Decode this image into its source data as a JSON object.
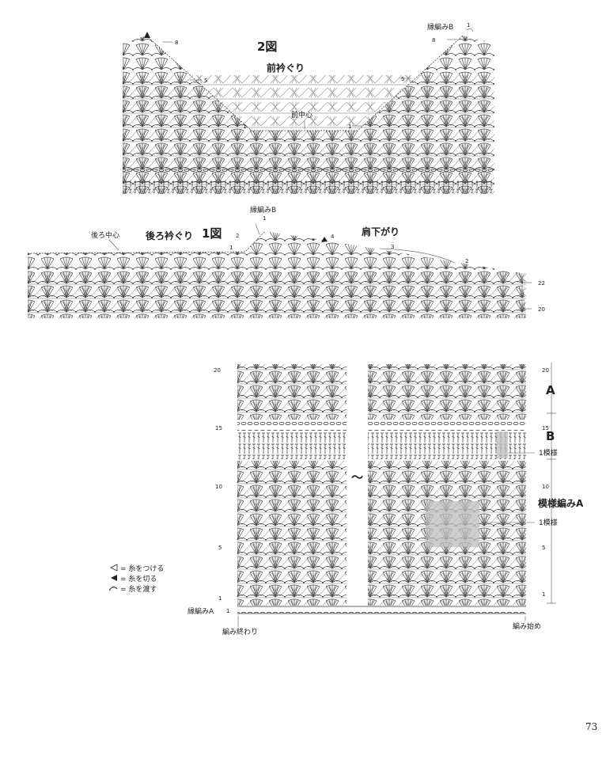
{
  "figure2": {
    "title": "2図",
    "subtitle": "前衿ぐり",
    "center_label": "前中心",
    "edging_label": "縁編みB",
    "edging_row": "1",
    "rows_left": [
      "8",
      "5",
      "1"
    ],
    "rows_right": [
      "8",
      "5",
      "1"
    ]
  },
  "figure1": {
    "title": "1図",
    "neck_label": "後ろ衿ぐり",
    "center_label": "後ろ中心",
    "edging_label": "縁編みB",
    "edging_row": "1",
    "edging_row2": "2",
    "edging_row_left": "1",
    "shoulder_label": "肩下がり",
    "shoulder_rows": [
      "4",
      "3",
      "2"
    ],
    "side_rows": [
      "22",
      "20"
    ]
  },
  "main": {
    "rows_left": [
      "20",
      "15",
      "10",
      "5",
      "1"
    ],
    "rows_right": [
      "20",
      "15",
      "10",
      "5",
      "1"
    ],
    "section_a": "A",
    "section_b": "B",
    "pattern_a": "模様編みA",
    "repeat_label_1": "1模様",
    "repeat_label_2": "1模様",
    "edging_a": "縁編みA",
    "edging_a_row": "1",
    "end_label": "編み終わり",
    "start_label": "編み始め",
    "break_mark": "〜"
  },
  "legend": [
    {
      "icon": "attach-yarn-icon",
      "text": "= 糸をつける"
    },
    {
      "icon": "cut-yarn-icon",
      "text": "= 糸を切る"
    },
    {
      "icon": "carry-yarn-icon",
      "text": "= 糸を渡す"
    }
  ],
  "page_number": "73"
}
